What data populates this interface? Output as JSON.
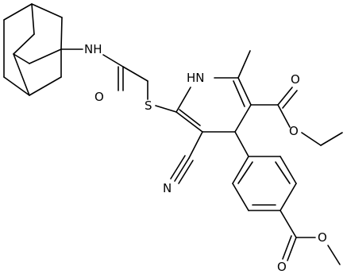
{
  "structure": {
    "atom_labels": {
      "amide_nh": "NH",
      "amide_o": "O",
      "thioether_s": "S",
      "ring_nh": "HN",
      "nitrile_n": "N",
      "ethyl_ester_o_carbonyl": "O",
      "ethyl_ester_o_ether": "O",
      "methyl_ester_o_carbonyl": "O",
      "methyl_ester_o_ether": "O"
    }
  }
}
